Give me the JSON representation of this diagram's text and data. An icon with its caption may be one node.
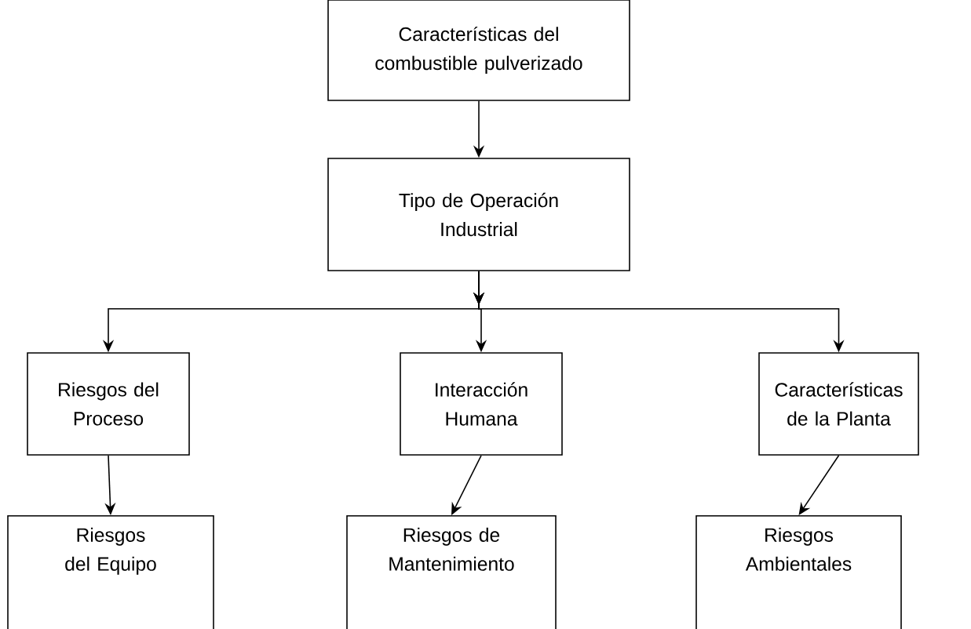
{
  "diagram": {
    "nodes": [
      {
        "text": [
          "Características del combustible pulverizado"
        ]
      },
      {
        "text": [
          "Tipo de Operación Industrial"
        ]
      },
      {
        "text": [
          "Riesgos del Proceso"
        ]
      },
      {
        "text": [
          "Interacción Humana"
        ]
      },
      {
        "text": [
          "Características de la Planta"
        ]
      },
      {
        "text": [
          "Riesgos del Equipo"
        ]
      },
      {
        "text": [
          "Riesgos de Mantenimiento"
        ]
      },
      {
        "text": [
          "Riesgos Ambientales"
        ]
      }
    ],
    "edges": [
      {
        "from": 0,
        "to": 1,
        "arrow": "to"
      },
      {
        "from": 1,
        "to": 2,
        "arrow": "to"
      },
      {
        "from": 1,
        "to": 3,
        "arrow": "to"
      },
      {
        "from": 1,
        "to": 4,
        "arrow": "to"
      },
      {
        "from": 2,
        "to": 5,
        "arrow": "to"
      },
      {
        "from": 3,
        "to": 6,
        "arrow": "to"
      },
      {
        "from": 4,
        "to": 7,
        "arrow": "to"
      }
    ]
  }
}
